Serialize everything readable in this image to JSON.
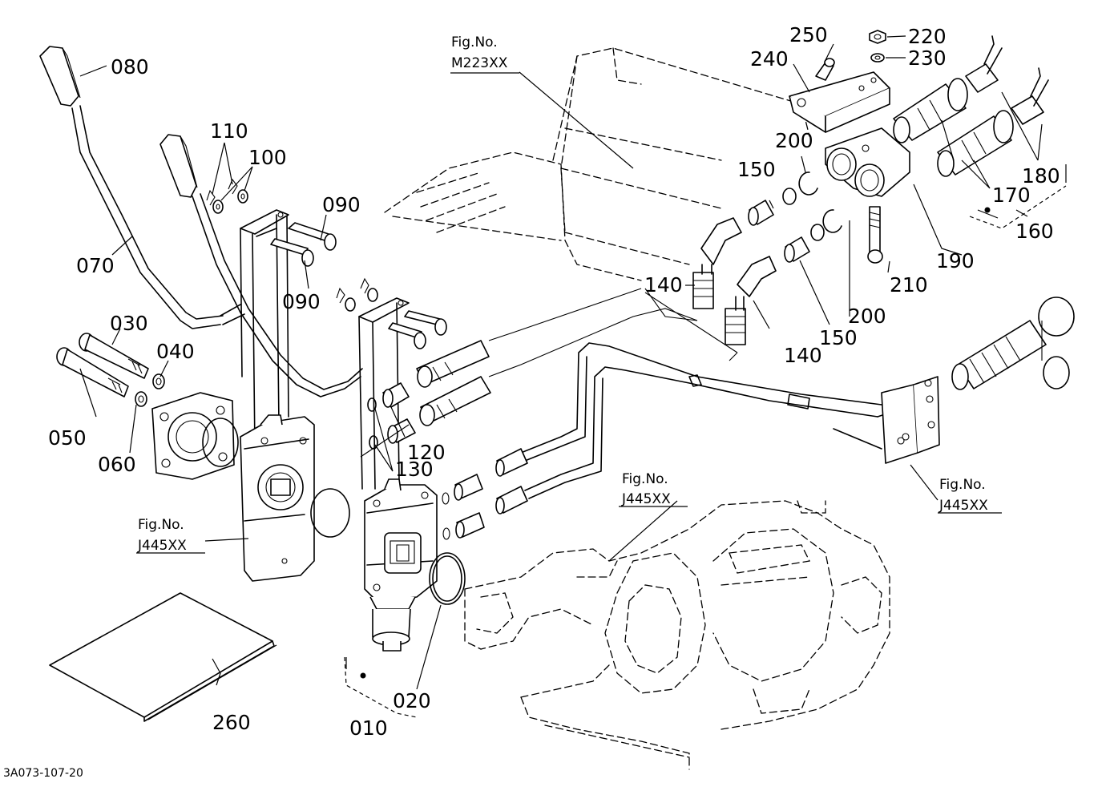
{
  "labels": {
    "p010": "010",
    "p020": "020",
    "p030": "030",
    "p040": "040",
    "p050": "050",
    "p060": "060",
    "p070": "070",
    "p080": "080",
    "p090a": "090",
    "p090b": "090",
    "p100": "100",
    "p110": "110",
    "p120": "120",
    "p130": "130",
    "p140a": "140",
    "p140b": "140",
    "p150a": "150",
    "p150b": "150",
    "p160": "160",
    "p170": "170",
    "p180": "180",
    "p190": "190",
    "p200a": "200",
    "p200b": "200",
    "p210": "210",
    "p220": "220",
    "p230": "230",
    "p240": "240",
    "p250": "250",
    "p260": "260"
  },
  "fig_refs": {
    "m223": {
      "title": "Fig.No.",
      "code": "M223XX"
    },
    "j445_left": {
      "title": "Fig.No.",
      "code": "J445XX"
    },
    "j445_mid": {
      "title": "Fig.No.",
      "code": "J445XX"
    },
    "j445_right": {
      "title": "Fig.No.",
      "code": "J445XX"
    }
  },
  "drawing_code": "3A073-107-20"
}
